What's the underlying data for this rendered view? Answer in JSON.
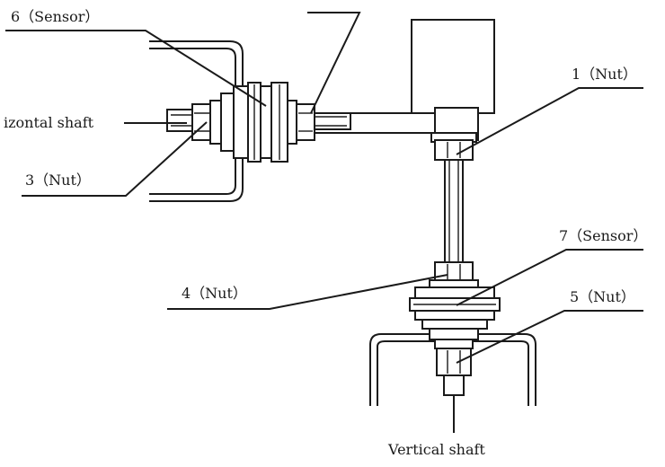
{
  "labels": {
    "sensor_6": "6（Sensor）",
    "nut_1": "1（Nut）",
    "horizontal_shaft": "izontal shaft",
    "nut_3": "3（Nut）",
    "sensor_7": "7（Sensor）",
    "nut_4": "4（Nut）",
    "nut_5": "5（Nut）",
    "vertical_shaft": "Vertical shaft"
  },
  "colors": {
    "ink": "#1a1a1a",
    "background": "#ffffff"
  }
}
